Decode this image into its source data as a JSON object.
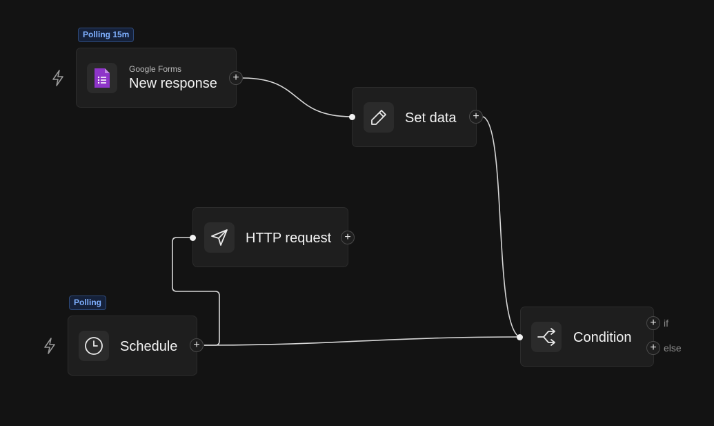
{
  "nodes": {
    "google_forms": {
      "app": "Google Forms",
      "title": "New response",
      "badge": "Polling 15m",
      "icon": "google-forms-icon"
    },
    "set_data": {
      "title": "Set data",
      "icon": "pencil-icon"
    },
    "http_request": {
      "title": "HTTP request",
      "icon": "send-icon"
    },
    "schedule": {
      "title": "Schedule",
      "badge": "Polling",
      "icon": "clock-icon"
    },
    "condition": {
      "title": "Condition",
      "icon": "split-icon",
      "branches": [
        "if",
        "else"
      ]
    }
  },
  "add_symbol": "+",
  "colors": {
    "background": "#131313",
    "node": "#1e1e1e",
    "wire": "#d8d8d8",
    "badge_text": "#7fb0ff",
    "forms_purple": "#8e35c9"
  }
}
